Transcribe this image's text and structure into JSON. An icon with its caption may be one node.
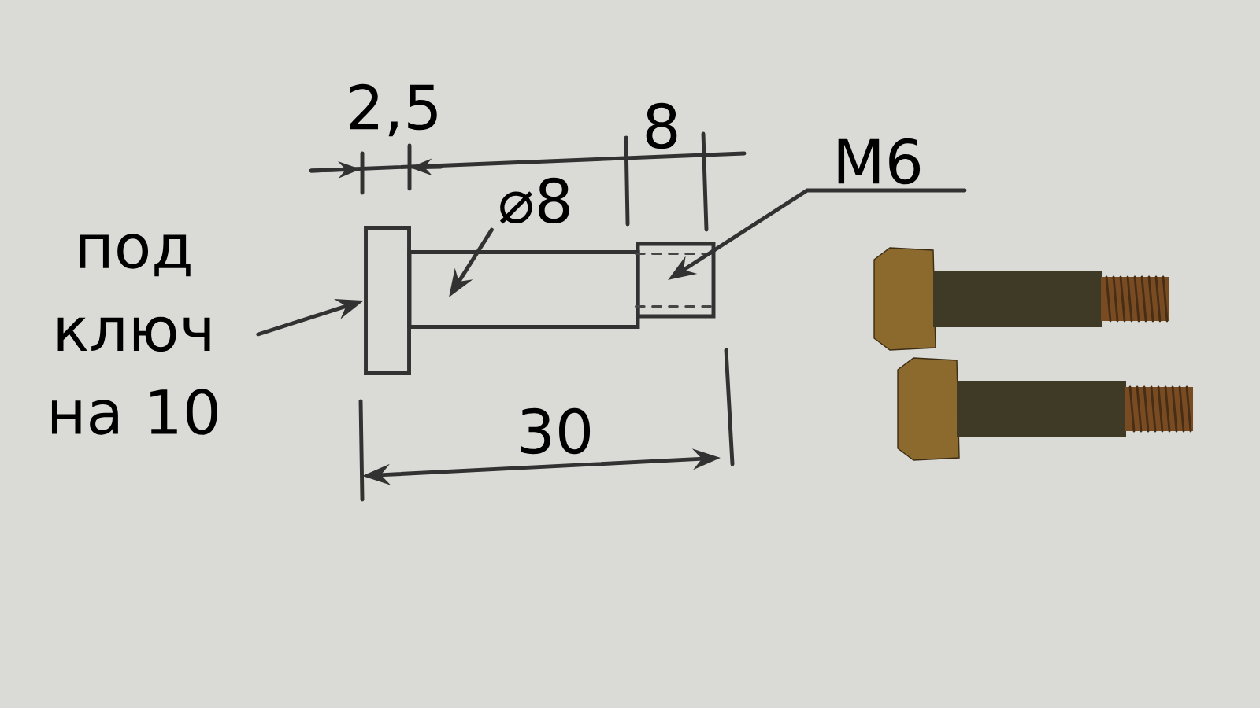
{
  "diagram": {
    "nodes": [
      {
        "text": [
          "под ключ на 10"
        ]
      },
      {
        "text": [],
        "shape": "box"
      },
      {
        "text": [],
        "shape": "box"
      },
      {
        "text": [
          "⌀8"
        ]
      },
      {
        "text": [],
        "shape": "box"
      },
      {
        "text": [
          "M6"
        ]
      }
    ],
    "edges": [
      {
        "from": 0,
        "to": 1,
        "arrow": "to"
      },
      {
        "from": 3,
        "to": 2,
        "arrow": "to"
      },
      {
        "from": 5,
        "to": 4,
        "arrow": "to"
      }
    ],
    "labels": [
      "2,5",
      "8",
      "30"
    ]
  }
}
